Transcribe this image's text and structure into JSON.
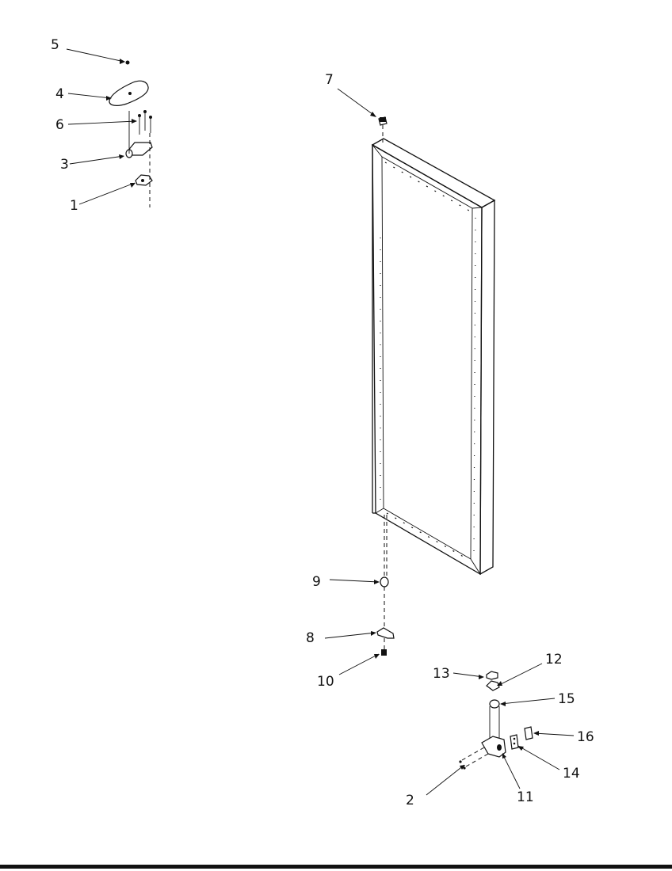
{
  "diagram": {
    "callouts": [
      {
        "id": "5",
        "label": "5"
      },
      {
        "id": "4",
        "label": "4"
      },
      {
        "id": "6",
        "label": "6"
      },
      {
        "id": "3",
        "label": "3"
      },
      {
        "id": "1",
        "label": "1"
      },
      {
        "id": "7",
        "label": "7"
      },
      {
        "id": "9",
        "label": "9"
      },
      {
        "id": "8",
        "label": "8"
      },
      {
        "id": "10",
        "label": "10"
      },
      {
        "id": "13",
        "label": "13"
      },
      {
        "id": "12",
        "label": "12"
      },
      {
        "id": "15",
        "label": "15"
      },
      {
        "id": "16",
        "label": "16"
      },
      {
        "id": "14",
        "label": "14"
      },
      {
        "id": "2",
        "label": "2"
      },
      {
        "id": "11",
        "label": "11"
      }
    ]
  }
}
